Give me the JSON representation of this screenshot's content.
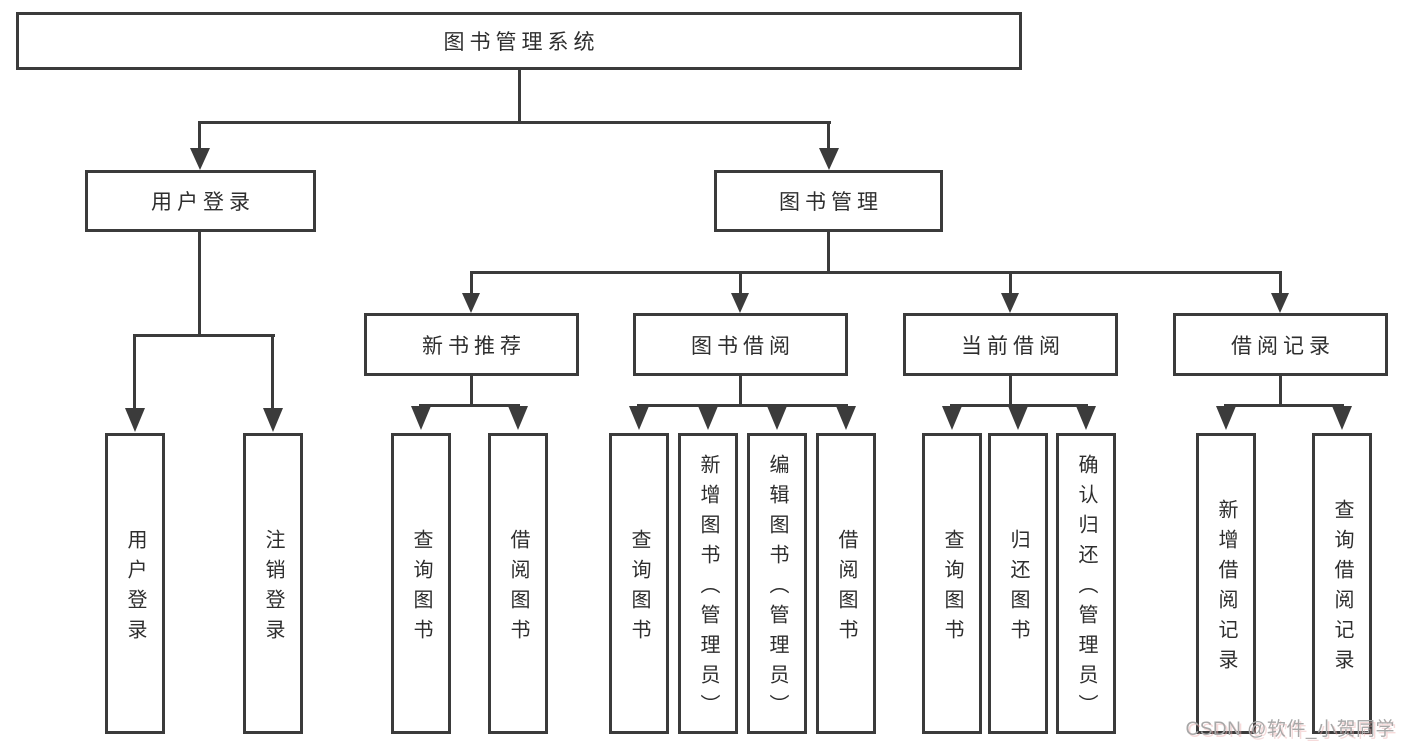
{
  "colors": {
    "line": "#3b3b3b",
    "text": "#2e2e2e",
    "background": "#ffffff",
    "watermark": "#a8a8a8"
  },
  "watermark": {
    "text": "CSDN @软件_小贺同学"
  },
  "nodes": {
    "root": {
      "label": "图书管理系统"
    },
    "level1": [
      {
        "label": "用户登录"
      },
      {
        "label": "图书管理"
      }
    ],
    "level2": [
      {
        "label": "新书推荐",
        "parent": "图书管理"
      },
      {
        "label": "图书借阅",
        "parent": "图书管理"
      },
      {
        "label": "当前借阅",
        "parent": "图书管理"
      },
      {
        "label": "借阅记录",
        "parent": "图书管理"
      }
    ],
    "leaves": [
      {
        "label": "用户登录",
        "parent": "用户登录"
      },
      {
        "label": "注销登录",
        "parent": "用户登录"
      },
      {
        "label": "查询图书",
        "parent": "新书推荐"
      },
      {
        "label": "借阅图书",
        "parent": "新书推荐"
      },
      {
        "label": "查询图书",
        "parent": "图书借阅"
      },
      {
        "label": "新增图书（管理员）",
        "parent": "图书借阅"
      },
      {
        "label": "编辑图书（管理员）",
        "parent": "图书借阅"
      },
      {
        "label": "借阅图书",
        "parent": "图书借阅"
      },
      {
        "label": "查询图书",
        "parent": "当前借阅"
      },
      {
        "label": "归还图书",
        "parent": "当前借阅"
      },
      {
        "label": "确认归还（管理员）",
        "parent": "当前借阅"
      },
      {
        "label": "新增借阅记录",
        "parent": "借阅记录"
      },
      {
        "label": "查询借阅记录",
        "parent": "借阅记录"
      }
    ]
  }
}
